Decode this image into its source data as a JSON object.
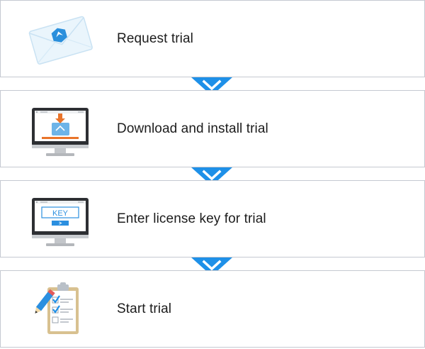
{
  "steps": [
    {
      "label": "Request trial",
      "icon": "envelope-icon"
    },
    {
      "label": "Download and install trial",
      "icon": "monitor-download-icon"
    },
    {
      "label": "Enter license key for trial",
      "icon": "monitor-key-icon"
    },
    {
      "label": "Start trial",
      "icon": "checklist-clipboard-icon"
    }
  ],
  "key_screen_text": "KEY",
  "colors": {
    "border": "#c5c9d1",
    "accent": "#1e90e8",
    "text": "#1c1c1c"
  }
}
